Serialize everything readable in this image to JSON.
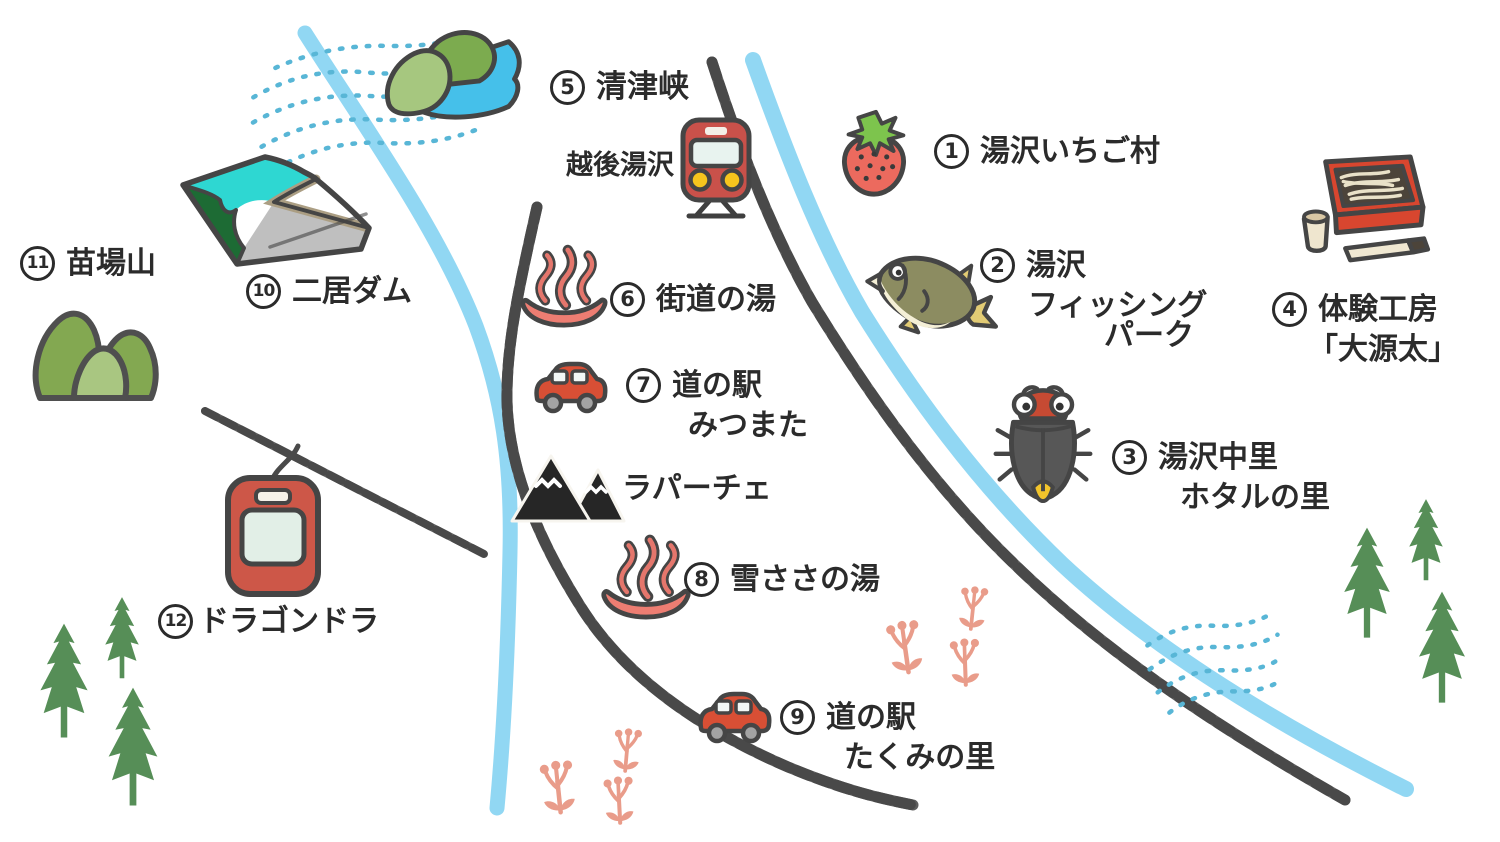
{
  "landmarks": {
    "strawberry_village": {
      "num": "1",
      "label": "湯沢いちご村",
      "icon": "strawberry-icon"
    },
    "fishing_park": {
      "num": "2",
      "line1": "湯沢",
      "line2": "フィッシング",
      "line3": "パーク",
      "icon": "fish-icon"
    },
    "hotaru_no_sato": {
      "num": "3",
      "line1": "湯沢中里",
      "line2": "ホタルの里",
      "icon": "firefly-icon"
    },
    "taiken_kobo": {
      "num": "4",
      "line1": "体験工房",
      "line2": "「大源太」",
      "icon": "soba-box-icon"
    },
    "kiyotsu_gorge": {
      "num": "5",
      "label": "清津峡",
      "icon": "gorge-icon"
    },
    "kaido_no_yu": {
      "num": "6",
      "label": "街道の湯",
      "icon": "onsen-icon"
    },
    "michi_no_eki_mitsumata": {
      "num": "7",
      "line1": "道の駅",
      "line2": "みつまた",
      "icon": "car-icon"
    },
    "yukisasa_no_yu": {
      "num": "8",
      "label": "雪ささの湯",
      "icon": "onsen-icon"
    },
    "michi_no_eki_takumi_no_sato": {
      "num": "9",
      "line1": "道の駅",
      "line2": "たくみの里",
      "icon": "car-icon"
    },
    "futai_dam": {
      "num": "10",
      "label": "二居ダム",
      "icon": "dam-icon"
    },
    "naeba_san": {
      "num": "11",
      "label": "苗場山",
      "icon": "mountain-icon"
    },
    "dragondola": {
      "num": "12",
      "label": "ドラゴンドラ",
      "icon": "gondola-icon"
    },
    "la_pache": {
      "label": "ラパーチェ",
      "icon": "mountains-black-icon"
    }
  },
  "station": {
    "label": "越後湯沢",
    "icon": "train-icon"
  },
  "colors": {
    "icon_red": "#c9514a",
    "car_red": "#d84f35",
    "river_blue": "#8bd5f2",
    "road_gray": "#525252",
    "tree_green": "#568e57",
    "mountain_green": "#83a851",
    "mountain_light_green": "#a9c681",
    "gorge_water": "#45c0ea",
    "dam_water": "#2ed7d2",
    "dam_green": "#1d6b34",
    "onsen_coral": "#ed7d72",
    "sprig_pink": "#e99c8a",
    "dots_teal": "#58b6d6",
    "outline_dark": "#454545",
    "text_dark": "#2b2b2b"
  }
}
